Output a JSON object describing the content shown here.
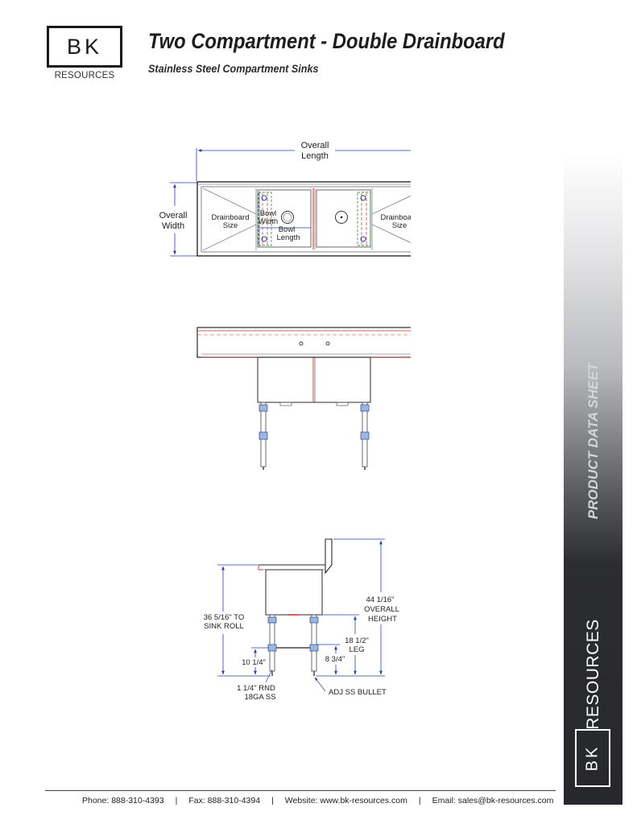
{
  "brand": {
    "logo_letters": "BK",
    "logo_sub": "RESOURCES"
  },
  "header": {
    "title": "Two Compartment - Double Drainboard",
    "subtitle": "Stainless Steel Compartment Sinks"
  },
  "sidebar": {
    "label_top": "PRODUCT DATA SHEET",
    "label_bottom": "RESOURCES",
    "logo_letters": "BK"
  },
  "top_view": {
    "overall_length": [
      "Overall",
      "Length"
    ],
    "overall_width": [
      "Overall",
      "Width"
    ],
    "drainboard_left": [
      "Drainboard",
      "Size"
    ],
    "drainboard_right": [
      "Drainboard",
      "Size"
    ],
    "bowl_width": [
      "Bowl",
      "Width"
    ],
    "bowl_length": [
      "Bowl",
      "Length"
    ]
  },
  "side_view": {
    "sink_roll": [
      "36 5/16\" TO",
      "SINK ROLL"
    ],
    "overall_height": [
      "44 1/16\"",
      "OVERALL",
      "HEIGHT"
    ],
    "leg": [
      "18 1/2\"",
      "LEG"
    ],
    "dim_left": "10 1/4\"",
    "dim_right": "8 3/4\"",
    "leg_tube": [
      "1 1/4\" RND",
      "18GA SS"
    ],
    "bullet": "ADJ SS BULLET"
  },
  "footer": {
    "phone": "Phone: 888-310-4393",
    "fax": "Fax: 888-310-4394",
    "website": "Website: www.bk-resources.com",
    "email": "Email: sales@bk-resources.com",
    "separator": "|"
  },
  "colors": {
    "dim_blue": "#2b3fa8",
    "red_line": "#c4342f",
    "green_line": "#3a9a3a",
    "dark": "#2a2a2a"
  }
}
